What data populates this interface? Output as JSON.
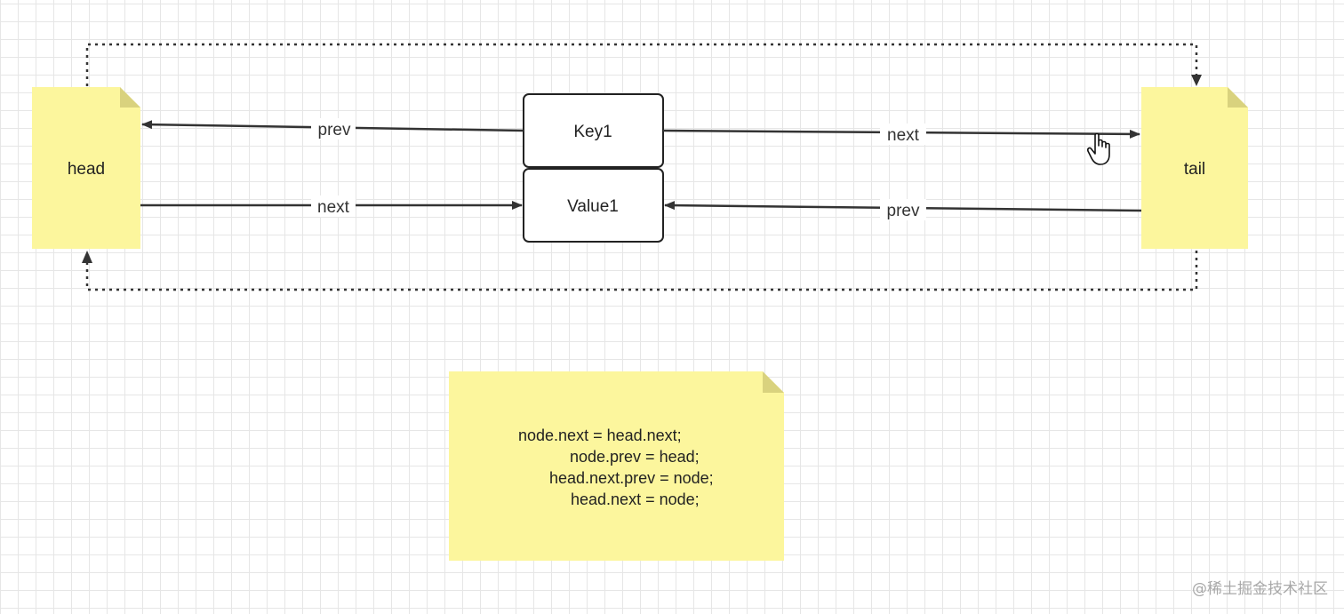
{
  "nodes": {
    "head": "head",
    "tail": "tail",
    "key": "Key1",
    "value": "Value1"
  },
  "edges": {
    "node_to_head": "prev",
    "head_to_node": "next",
    "node_to_tail": "next",
    "tail_to_node": "prev"
  },
  "note": {
    "lines": [
      "node.next = head.next;",
      "node.prev = head;",
      "head.next.prev = node;",
      "head.next = node;"
    ]
  },
  "watermark": "@稀土掘金技术社区",
  "colors": {
    "note_fill": "#fcf69d",
    "note_fold": "#d9d27e",
    "line": "#333333"
  }
}
